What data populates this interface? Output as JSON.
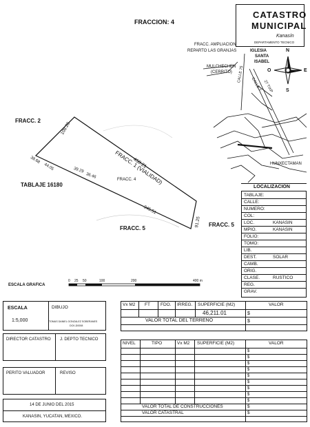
{
  "plan": {
    "title_fraccion4": "FRACCION: 4",
    "fracc2": "FRACC. 2",
    "fracc1": "FRACC. 1 (VIALIDAD)",
    "fracc1_len": "458.21",
    "fracc4_inner": "FRACC. 4",
    "fracc5_a": "FRACC. 5",
    "fracc5_b": "FRACC. 5",
    "tablaje": "TABLAJE 16180",
    "dims": {
      "d1": "108.28",
      "d2": "38.68",
      "d3": "44.05",
      "d4": "39.29",
      "d5": "36.46",
      "d6": "345.51",
      "d7": "91.25"
    },
    "escala_grafica": "ESCALA GRAFICA",
    "scale_ticks": [
      "0",
      "25",
      "50",
      "100",
      "200",
      "400 m"
    ]
  },
  "header": {
    "logo_line1": "CATASTRO",
    "logo_line2": "MUNICIPAL",
    "logo_line3": "Kanasín",
    "logo_sub": "DEPARTAMENTO TECNICO"
  },
  "map": {
    "labels": [
      "FRACC. AMPLIACION",
      "REPARTO LAS GRANJAS",
      "IGLESIA",
      "SANTA",
      "ISABEL",
      "MULCHECHEN",
      "(CERRITO)",
      "CALLE 75",
      "CALLE 7",
      "27 TIXP",
      "HUNXECTAMAN"
    ],
    "compass": {
      "n": "N",
      "s": "S",
      "e": "E",
      "w": "O"
    }
  },
  "localizacion": {
    "title": "LOCALIZACION",
    "rows": [
      {
        "label": "TABLAJE:",
        "value": ""
      },
      {
        "label": "CALLE:",
        "value": ""
      },
      {
        "label": "NUMERO:",
        "value": ""
      },
      {
        "label": "COL:",
        "value": ""
      },
      {
        "label": "LOC.",
        "value": "KANASIN"
      },
      {
        "label": "MPIO.",
        "value": "KANASIN"
      },
      {
        "label": "FOLIO:",
        "value": ""
      },
      {
        "label": "TOMO:",
        "value": ""
      },
      {
        "label": "LIB.",
        "value": ""
      },
      {
        "label": "DEST.",
        "value": "SOLAR"
      },
      {
        "label": "CAMB.",
        "value": ""
      },
      {
        "label": "ORIG.",
        "value": ""
      },
      {
        "label": "CLASE.",
        "value": "RUSTICO"
      },
      {
        "label": "REG.",
        "value": ""
      },
      {
        "label": "GRAV.",
        "value": ""
      }
    ]
  },
  "left_panel": {
    "escala": "ESCALA",
    "escala_val": "1:5,000",
    "dibujo": "DIBUJO",
    "dibujo_name": "TOMAS DANIEL GONZALEZ SOBERANES",
    "dibujo_code": "DCK-D0008",
    "director": "DIRECTOR CATASTRO",
    "jdepto": "J. DEPTO TECNICO",
    "perito": "PERITO VALUADOR",
    "reviso": "REVISO",
    "fecha": "14 DE JUNIO DEL 2015",
    "lugar": "KANASIN, YUCATAN,  MEXICO."
  },
  "terreno": {
    "headers": [
      "Vx M2",
      "FT",
      "FDO.",
      "IRREG.",
      "SUPERFICIE (M2)",
      "VALOR"
    ],
    "superficie": "46,211.01",
    "dollar": "$",
    "total_label": "VALOR TOTAL DEL TERRENO",
    "total_dollar": "$"
  },
  "construcciones": {
    "headers": [
      "NIVEL",
      "TIPO",
      "Vx M2",
      "SUPERFICIE (M2)",
      "VALOR"
    ],
    "total_label": "VALOR TOTAL DE CONSTRUCCIONES",
    "catastral_label": "VALOR CATASTRAL",
    "dollar": "$"
  }
}
